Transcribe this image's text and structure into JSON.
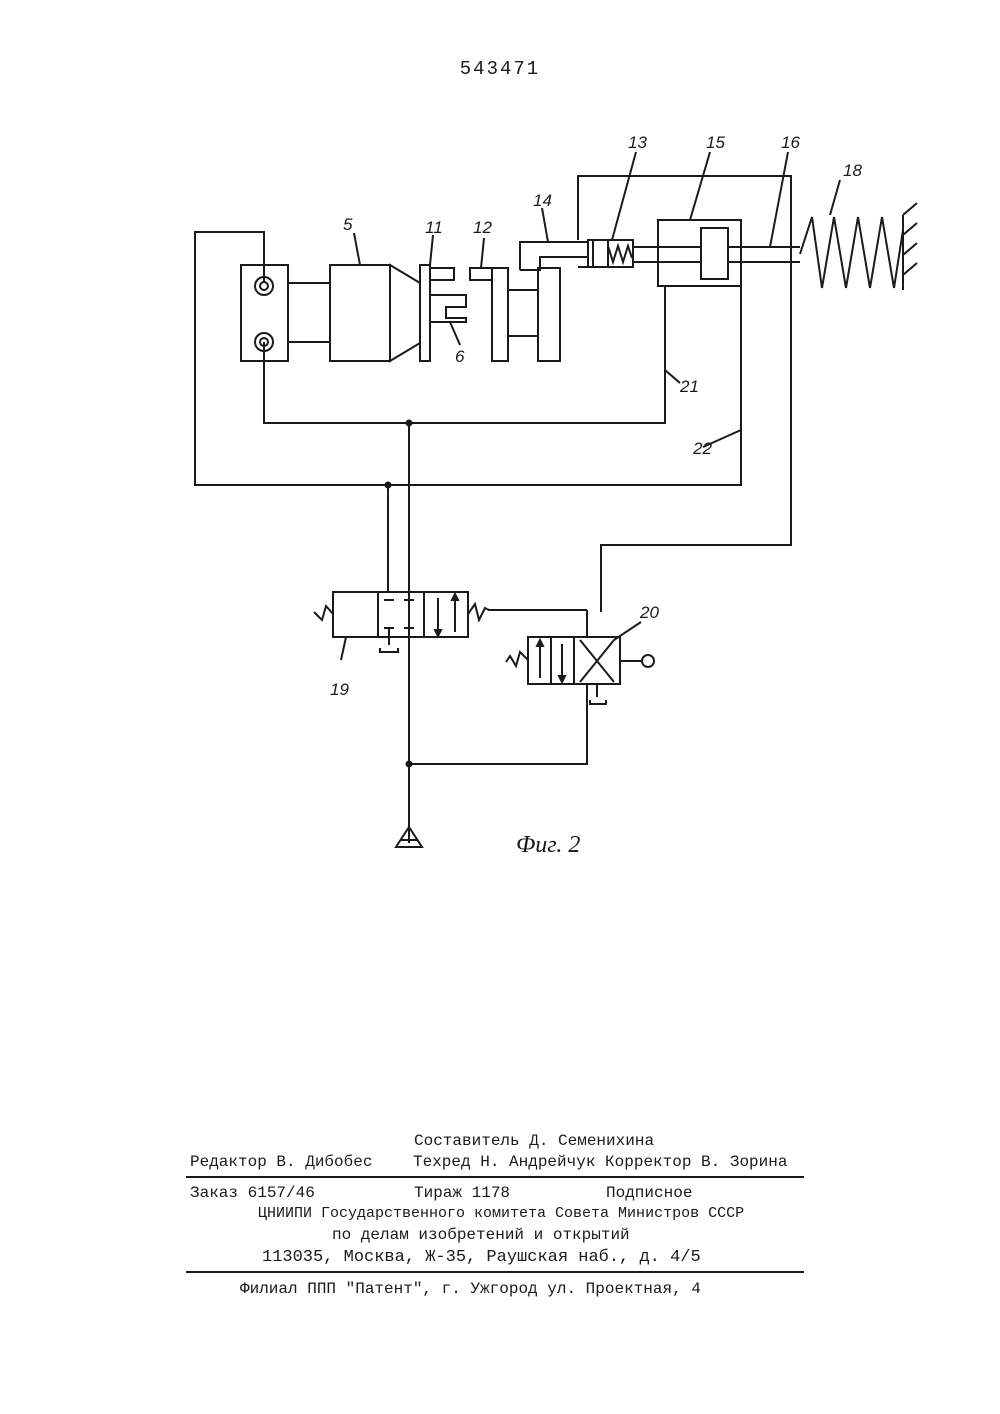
{
  "patent_number": "543471",
  "figure": {
    "caption": "Фиг. 2",
    "labels": {
      "l5": "5",
      "l6": "6",
      "l11": "11",
      "l12": "12",
      "l13": "13",
      "l14": "14",
      "l15": "15",
      "l16": "16",
      "l18": "18",
      "l19": "19",
      "l20": "20",
      "l21": "21",
      "l22": "22"
    }
  },
  "imprint": {
    "composer": "Составитель Д. Семенихина",
    "editor": "Редактор В. Дибобес",
    "techred_corrector": "Техред Н. Андрейчук Корректор В. Зорина",
    "order": "Заказ 6157/46",
    "circulation": "Тираж 1178",
    "subscription": "Подписное",
    "org_line1": "ЦНИИПИ Государственного комитета Совета Министров СССР",
    "org_line2": "по делам изобретений и открытий",
    "address": "113035, Москва, Ж-35, Раушская наб., д. 4/5",
    "branch": "Филиал ППП \"Патент\", г. Ужгород ул. Проектная, 4"
  }
}
